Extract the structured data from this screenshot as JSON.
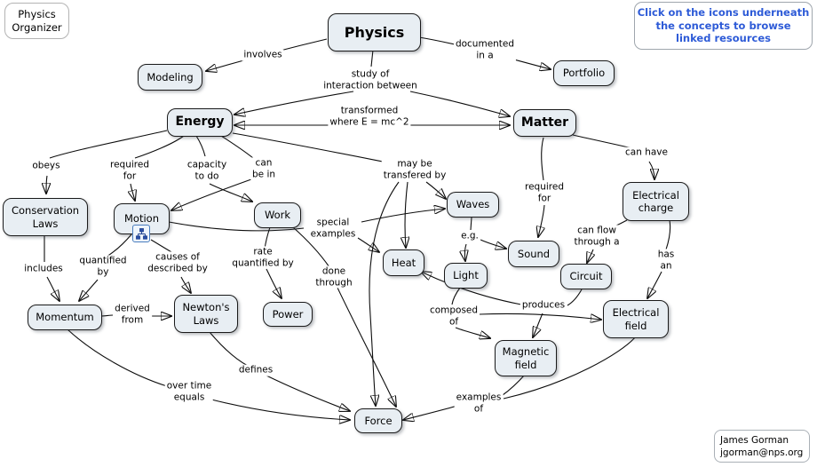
{
  "title_box": {
    "text": "Physics\nOrganizer"
  },
  "note": {
    "text": "Click on the icons underneath\nthe concepts to browse\nlinked resources"
  },
  "author": {
    "name": "James Gorman",
    "email": "jgorman@nps.org"
  },
  "icons": {
    "motion_resource": "org-chart-icon"
  },
  "colors": {
    "node_fill": "#e8eef3",
    "node_border": "#1a1a1a",
    "note_text": "#2e5bd7",
    "line": "#0d0d0d",
    "icon_border": "#4a7dbe"
  },
  "nodes": {
    "physics": "Physics",
    "modeling": "Modeling",
    "portfolio": "Portfolio",
    "energy": "Energy",
    "matter": "Matter",
    "conservation_laws": "Conservation\nLaws",
    "motion": "Motion",
    "work": "Work",
    "waves": "Waves",
    "sound": "Sound",
    "electrical_charge": "Electrical\ncharge",
    "heat": "Heat",
    "light": "Light",
    "circuit": "Circuit",
    "momentum": "Momentum",
    "newtons_laws": "Newton's\nLaws",
    "power": "Power",
    "electrical_field": "Electrical\nfield",
    "magnetic_field": "Magnetic\nfield",
    "force": "Force"
  },
  "phrases": {
    "involves": "involves",
    "documented_in_a": "documented\nin a",
    "study_of": "study of\ninteraction between",
    "transformed": "transformed\nwhere E = mc^2",
    "obeys": "obeys",
    "required_for_energy": "required\nfor",
    "capacity_to_do": "capacity\nto do",
    "can_be_in": "can\nbe in",
    "may_be_transfered_by": "may be\ntransfered by",
    "required_for_matter": "required\nfor",
    "can_have": "can have",
    "special_examples": "special\nexamples",
    "eg": "e.g.",
    "can_flow_through_a": "can flow\nthrough a",
    "has_an": "has\nan",
    "quantified_by": "quantified\nby",
    "causes_of_described_by": "causes of\ndescribed by",
    "includes": "includes",
    "rate_quantified_by": "rate\nquantified by",
    "done_through": "done\nthrough",
    "derived_from": "derived\nfrom",
    "defines": "defines",
    "over_time_equals": "over time\nequals",
    "composed_of": "composed\nof",
    "produces": "produces",
    "examples_of": "examples\nof"
  }
}
